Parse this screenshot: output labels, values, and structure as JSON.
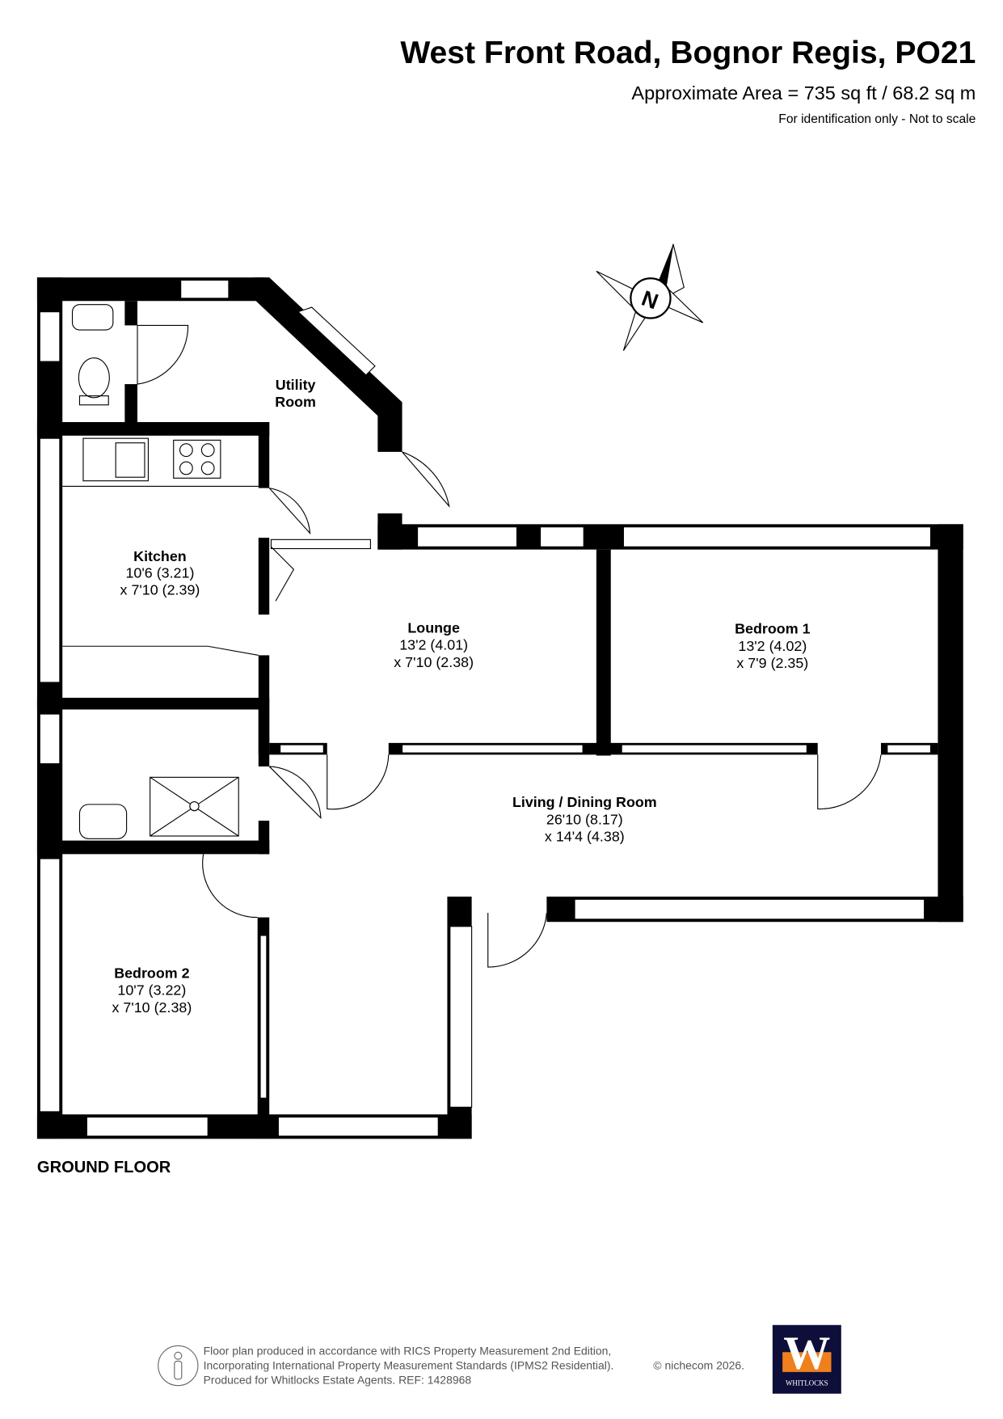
{
  "header": {
    "title": "West Front Road, Bognor Regis, PO21",
    "area": "Approximate Area = 735 sq ft / 68.2 sq m",
    "disclaimer": "For identification only - Not to scale"
  },
  "compass": {
    "label": "N"
  },
  "rooms": [
    {
      "name": "Utility",
      "name2": "Room"
    },
    {
      "name": "Kitchen",
      "dim1": "10'6 (3.21)",
      "dim2": "x 7'10 (2.39)"
    },
    {
      "name": "Lounge",
      "dim1": "13'2 (4.01)",
      "dim2": "x 7'10 (2.38)"
    },
    {
      "name": "Bedroom 1",
      "dim1": "13'2 (4.02)",
      "dim2": "x 7'9 (2.35)"
    },
    {
      "name": "Living / Dining Room",
      "dim1": "26'10 (8.17)",
      "dim2": "x 14'4 (4.38)"
    },
    {
      "name": "Bedroom 2",
      "dim1": "10'7 (3.22)",
      "dim2": "x 7'10 (2.38)"
    }
  ],
  "floor_label": "GROUND FLOOR",
  "footer": {
    "line1": "Floor plan produced in accordance with RICS Property Measurement 2nd Edition,",
    "line2": "Incorporating International Property Measurement Standards (IPMS2 Residential).",
    "copyright": "© nichecom 2026.",
    "line3": "Produced for Whitlocks Estate Agents.   REF: 1428968",
    "logo_letter": "W",
    "logo_name": "WHITLOCKS",
    "logo_bg": "#0d0f3a",
    "logo_accent": "#f07f1e"
  }
}
